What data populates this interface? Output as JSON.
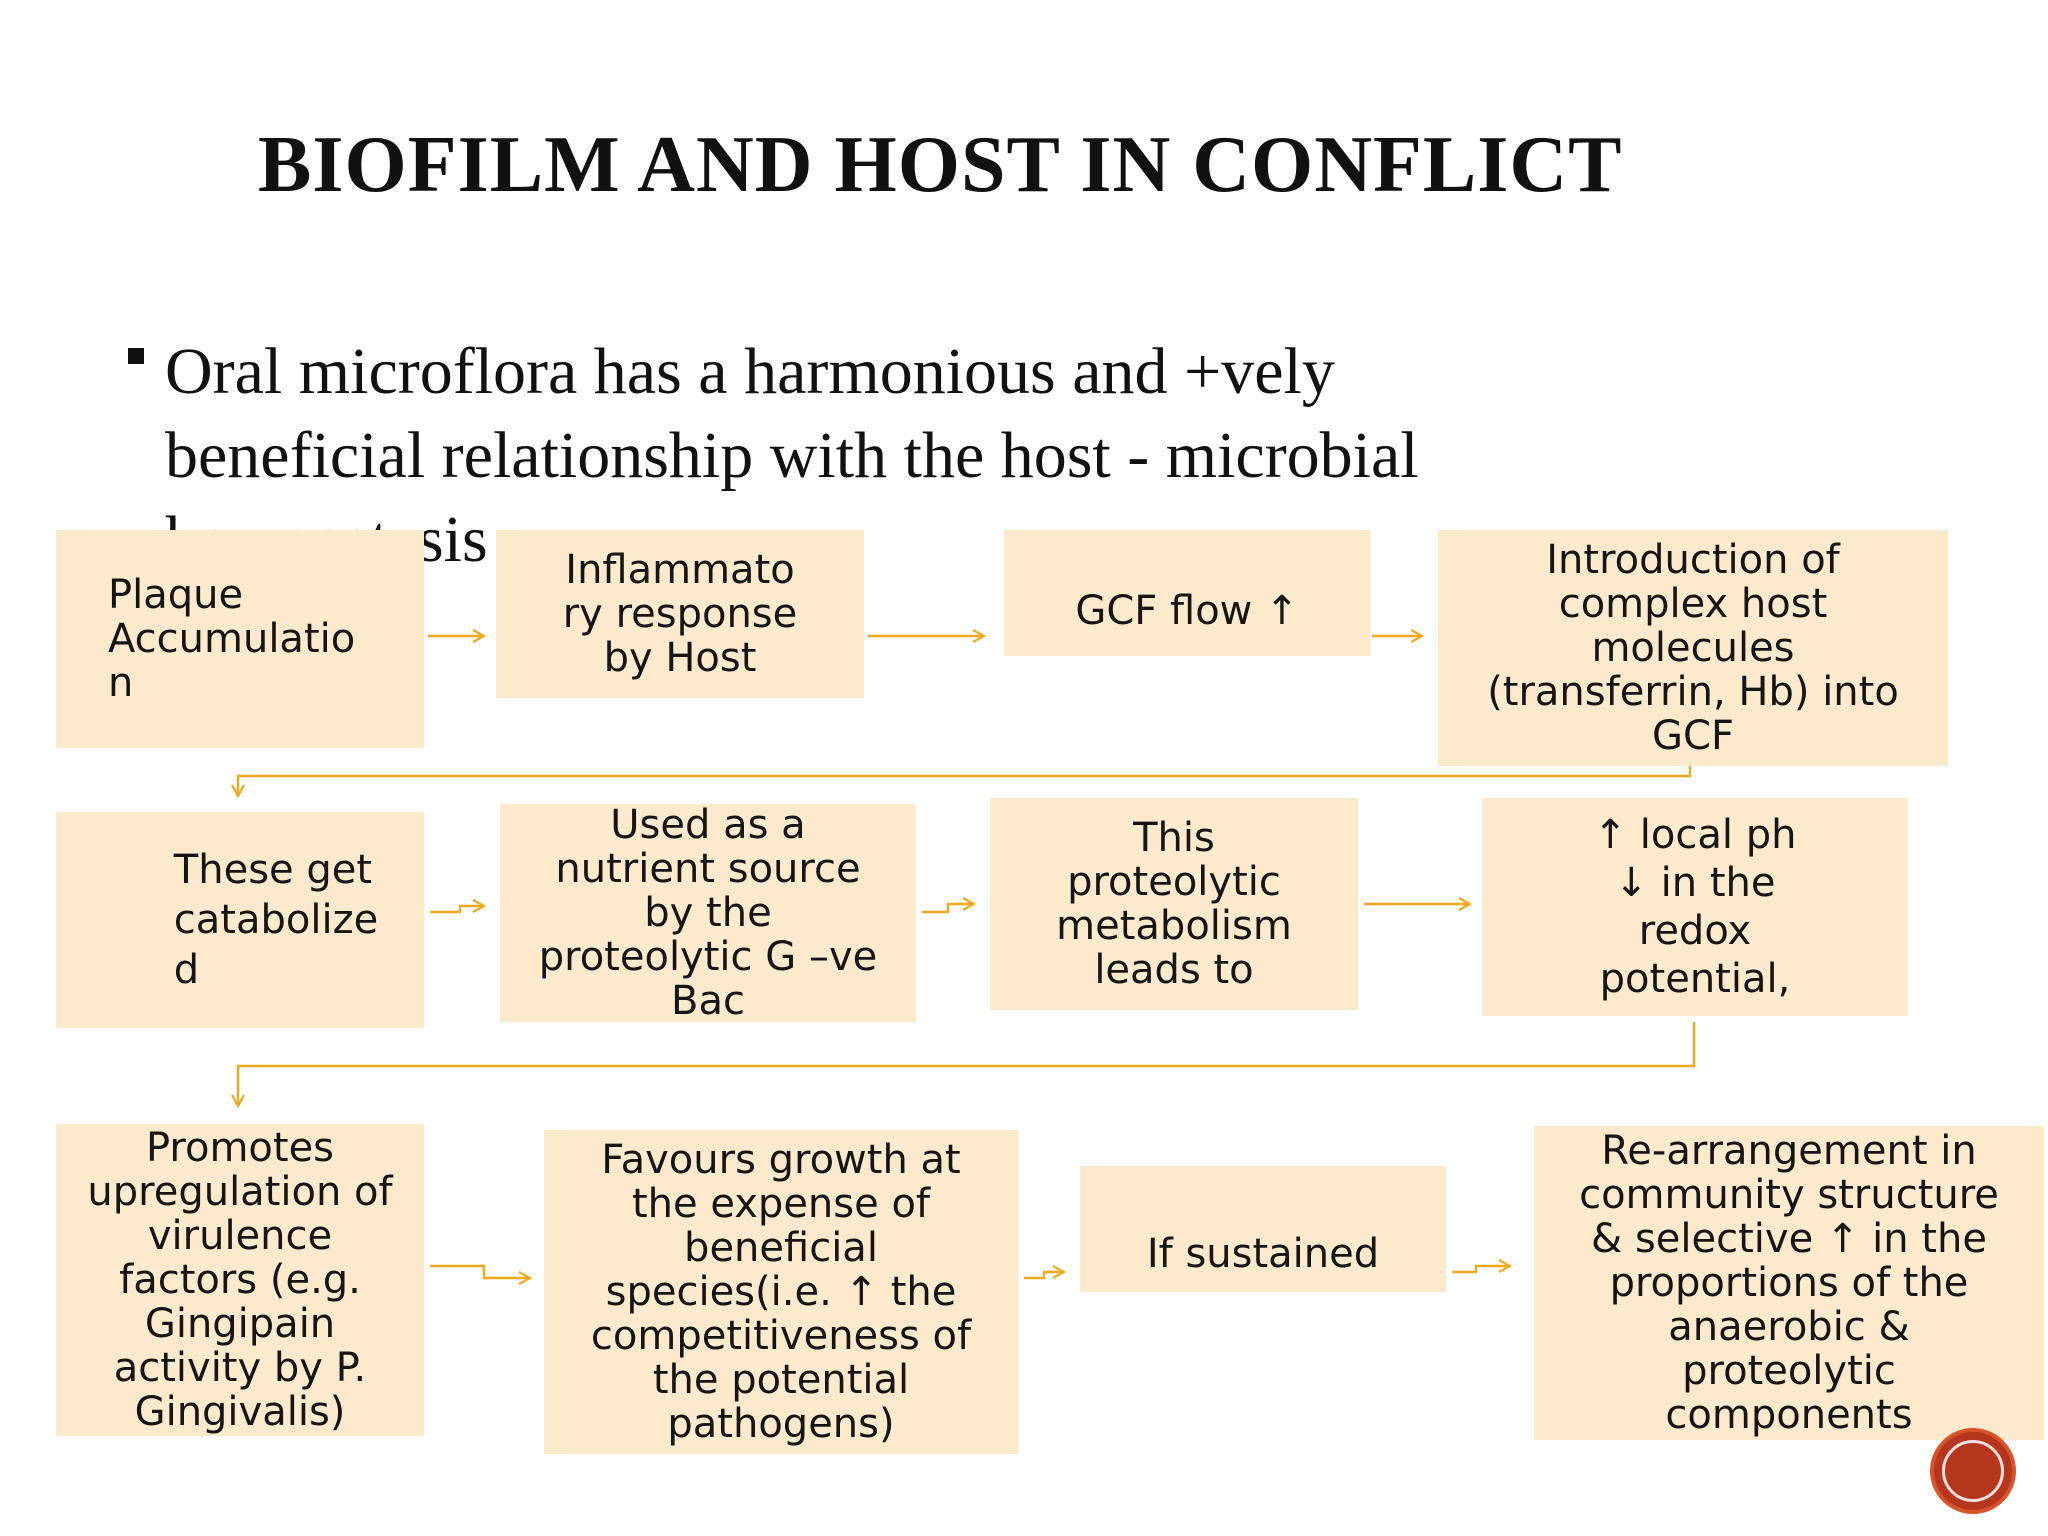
{
  "slide": {
    "title": "BIOFILM AND HOST IN CONFLICT",
    "bullet": "Oral microflora has a harmonious and +vely beneficial relationship with the host - microbial homeostasis"
  },
  "flowchart": {
    "row1": [
      "Plaque Accumulatio\nn",
      "Inflammato\nry response\nby Host",
      "GCF flow ↑",
      "Introduction of\ncomplex host\nmolecules\n(transferrin, Hb) into\nGCF"
    ],
    "row2": [
      "These get\ncatabolize\nd",
      "Used as a\nnutrient source\nby the\nproteolytic G –ve\nBac",
      "This\nproteolytic\nmetabolism\nleads to",
      "↑  local ph\n↓ in the\nredox\npotential,"
    ],
    "row3": [
      "Promotes\nupregulation of\nvirulence\nfactors (e.g.\nGingipain\nactivity by P.\nGingivalis)",
      "Favours growth at\nthe expense of\nbeneficial\nspecies(i.e. ↑ the\ncompetitiveness of\nthe potential\npathogens)",
      "If sustained",
      "Re-arrangement in\ncommunity structure\n& selective ↑ in the\nproportions of the\nanaerobic &\nproteolytic\ncomponents"
    ]
  },
  "colors": {
    "box_fill": "#fde9cc",
    "arrow": "#f0a81e",
    "badge": "#b5361d"
  }
}
